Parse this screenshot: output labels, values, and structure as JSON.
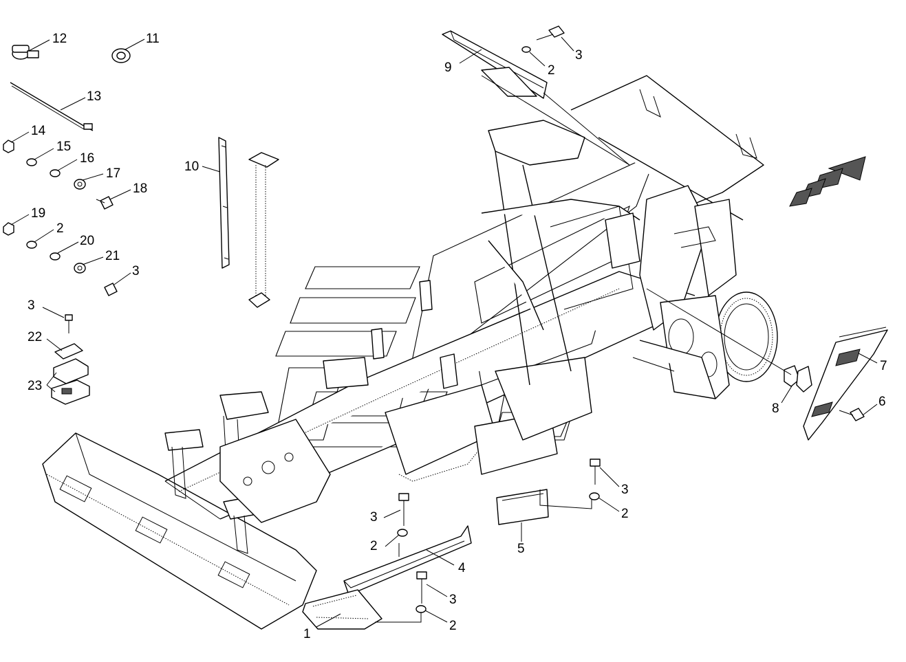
{
  "diagram": {
    "callouts": [
      {
        "id": "c12",
        "label": "12"
      },
      {
        "id": "c11",
        "label": "11"
      },
      {
        "id": "c13",
        "label": "13"
      },
      {
        "id": "c14",
        "label": "14"
      },
      {
        "id": "c15",
        "label": "15"
      },
      {
        "id": "c16",
        "label": "16"
      },
      {
        "id": "c17",
        "label": "17"
      },
      {
        "id": "c18",
        "label": "18"
      },
      {
        "id": "c19",
        "label": "19"
      },
      {
        "id": "c2a",
        "label": "2"
      },
      {
        "id": "c20",
        "label": "20"
      },
      {
        "id": "c21",
        "label": "21"
      },
      {
        "id": "c3a",
        "label": "3"
      },
      {
        "id": "c3b",
        "label": "3"
      },
      {
        "id": "c22",
        "label": "22"
      },
      {
        "id": "c23",
        "label": "23"
      },
      {
        "id": "c10",
        "label": "10"
      },
      {
        "id": "c9",
        "label": "9"
      },
      {
        "id": "c2b",
        "label": "2"
      },
      {
        "id": "c3c",
        "label": "3"
      },
      {
        "id": "c7",
        "label": "7"
      },
      {
        "id": "c6",
        "label": "6"
      },
      {
        "id": "c8",
        "label": "8"
      },
      {
        "id": "c3d",
        "label": "3"
      },
      {
        "id": "c2c",
        "label": "2"
      },
      {
        "id": "c5",
        "label": "5"
      },
      {
        "id": "c3e",
        "label": "3"
      },
      {
        "id": "c2d",
        "label": "2"
      },
      {
        "id": "c4",
        "label": "4"
      },
      {
        "id": "c3f",
        "label": "3"
      },
      {
        "id": "c2e",
        "label": "2"
      },
      {
        "id": "c1",
        "label": "1"
      }
    ]
  }
}
